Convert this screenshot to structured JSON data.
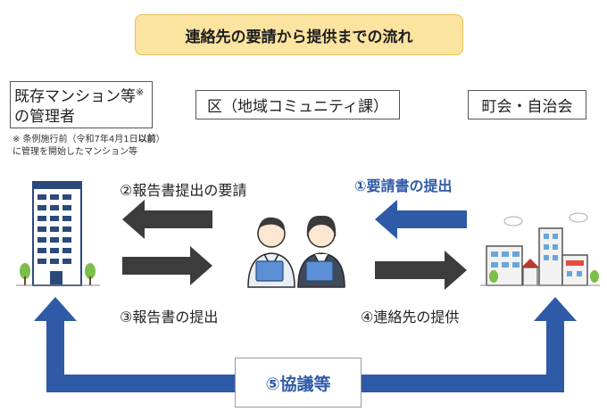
{
  "title": "連絡先の要請から提供までの流れ",
  "manager_box": {
    "line1": "既存マンション等",
    "mark": "※",
    "line2": "の管理者"
  },
  "ward_box": "区（地域コミュニティ課）",
  "town_box": "町会・自治会",
  "note": {
    "line1_a": "※ 条例施行前（令和7年4月1日",
    "line1_bold": "以前",
    "line1_b": "）",
    "line2": "に管理を開始したマンション等"
  },
  "steps": {
    "step1": "①要請書の提出",
    "step2": "②報告書提出の要請",
    "step3": "③報告書の提出",
    "step4": "④連絡先の提供",
    "step5": "⑤協議等"
  },
  "colors": {
    "title_bg": "#fbe3a0",
    "blue": "#2e5aa8",
    "dark_arrow": "#3c3c3c"
  }
}
